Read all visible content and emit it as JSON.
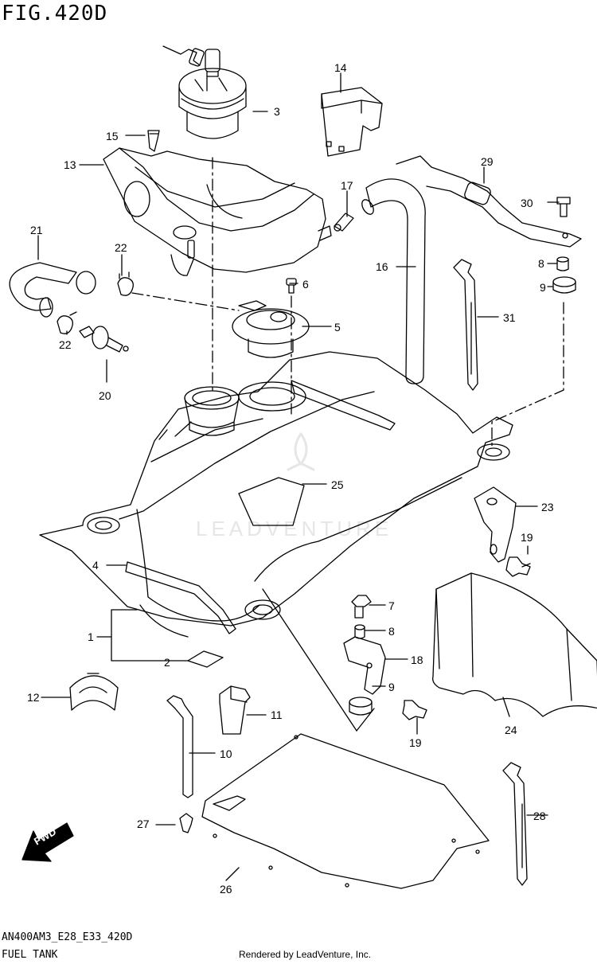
{
  "figure": {
    "title": "FIG.420D",
    "code": "AN400AM3_E28_E33_420D",
    "name": "FUEL TANK",
    "credit": "Rendered by LeadVenture, Inc.",
    "watermark": "LEADVENTURE",
    "fwd_label": "FWD"
  },
  "callouts": [
    {
      "id": "c1",
      "text": "1"
    },
    {
      "id": "c2",
      "text": "2"
    },
    {
      "id": "c3",
      "text": "3"
    },
    {
      "id": "c4",
      "text": "4"
    },
    {
      "id": "c5",
      "text": "5"
    },
    {
      "id": "c6",
      "text": "6"
    },
    {
      "id": "c7",
      "text": "7"
    },
    {
      "id": "c8a",
      "text": "8"
    },
    {
      "id": "c8b",
      "text": "8"
    },
    {
      "id": "c9a",
      "text": "9"
    },
    {
      "id": "c9b",
      "text": "9"
    },
    {
      "id": "c10",
      "text": "10"
    },
    {
      "id": "c11",
      "text": "11"
    },
    {
      "id": "c12",
      "text": "12"
    },
    {
      "id": "c13",
      "text": "13"
    },
    {
      "id": "c14",
      "text": "14"
    },
    {
      "id": "c15",
      "text": "15"
    },
    {
      "id": "c16",
      "text": "16"
    },
    {
      "id": "c17",
      "text": "17"
    },
    {
      "id": "c18",
      "text": "18"
    },
    {
      "id": "c19a",
      "text": "19"
    },
    {
      "id": "c19b",
      "text": "19"
    },
    {
      "id": "c20",
      "text": "20"
    },
    {
      "id": "c21",
      "text": "21"
    },
    {
      "id": "c22a",
      "text": "22"
    },
    {
      "id": "c22b",
      "text": "22"
    },
    {
      "id": "c23",
      "text": "23"
    },
    {
      "id": "c24",
      "text": "24"
    },
    {
      "id": "c25",
      "text": "25"
    },
    {
      "id": "c26",
      "text": "26"
    },
    {
      "id": "c27",
      "text": "27"
    },
    {
      "id": "c28",
      "text": "28"
    },
    {
      "id": "c29",
      "text": "29"
    },
    {
      "id": "c30",
      "text": "30"
    },
    {
      "id": "c31",
      "text": "31"
    }
  ]
}
